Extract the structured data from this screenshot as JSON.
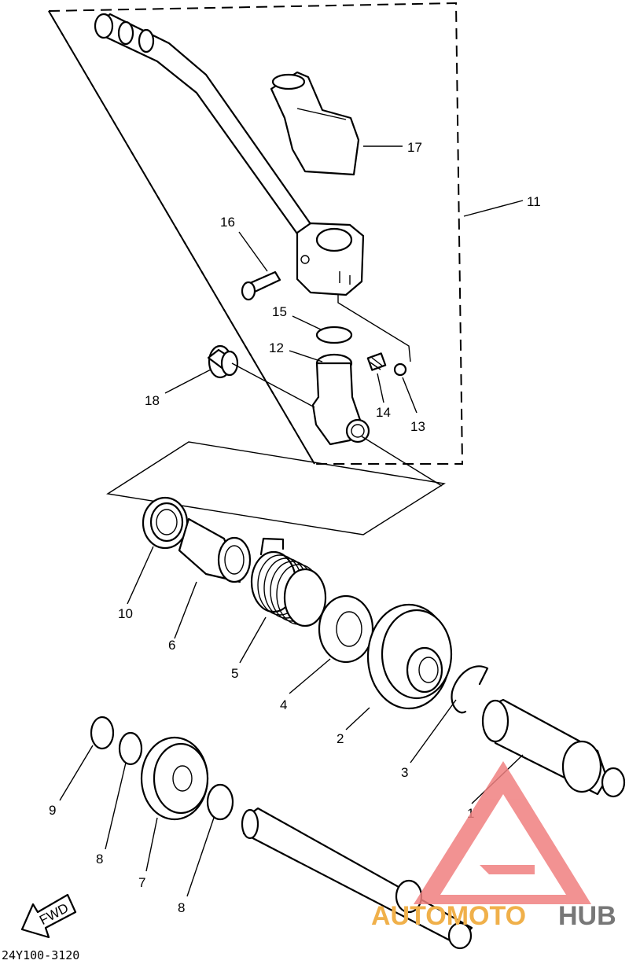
{
  "diagram": {
    "drawing_code": "24Y100-3120",
    "fwd_label": "FWD",
    "callouts": {
      "p1": "1",
      "p2": "2",
      "p3": "3",
      "p4": "4",
      "p5": "5",
      "p6": "6",
      "p7": "7",
      "p8a": "8",
      "p8b": "8",
      "p9": "9",
      "p10": "10",
      "p11": "11",
      "p12": "12",
      "p13": "13",
      "p14": "14",
      "p15": "15",
      "p16": "16",
      "p17": "17",
      "p18": "18"
    }
  },
  "watermark": {
    "brand_part1": "AUTOMOTO",
    "brand_part2": "HUB",
    "logo_color": "#f08080",
    "text_color_1": "#f0b04a",
    "text_color_2": "#777777"
  }
}
